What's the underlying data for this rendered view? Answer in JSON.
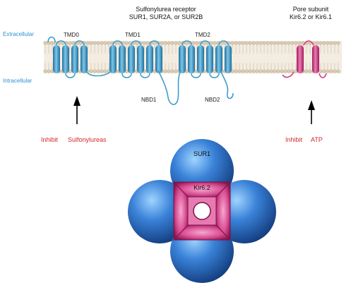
{
  "labels": {
    "extracellular": "Extracellular",
    "intracellular": "Intracellular",
    "sur_title_line1": "Sulfonylurea receptor",
    "sur_title_line2": "SUR1, SUR2A, or SUR2B",
    "pore_title_line1": "Pore subunit",
    "pore_title_line2": "Kir6.2 or Kir6.1",
    "tmd0": "TMD0",
    "tmd1": "TMD1",
    "tmd2": "TMD2",
    "nbd1": "NBD1",
    "nbd2": "NBD2",
    "inhibit_left": "Inhibit",
    "sulfonylureas": "Sulfonylureas",
    "inhibit_right": "Inhibit",
    "atp": "ATP",
    "sur1": "SUR1",
    "kir62": "Kir6.2"
  },
  "colors": {
    "sur_blue": "#3e9ccc",
    "pore_pink": "#d63a88",
    "membrane": "#d8cbb4",
    "label_blue": "#2f8fd6",
    "label_red": "#d42a2a"
  }
}
